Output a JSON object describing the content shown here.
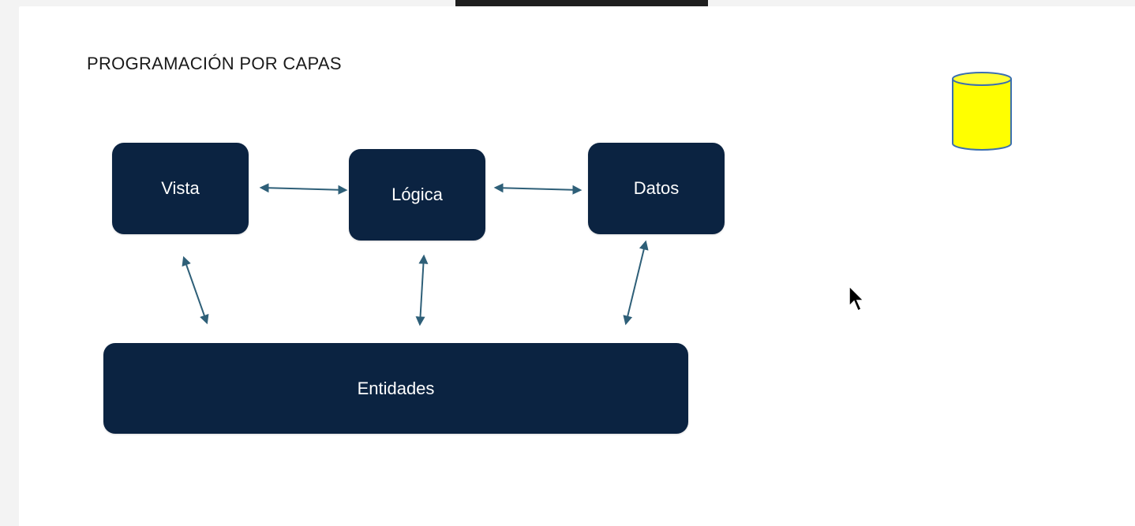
{
  "window": {
    "title": "PROGRAMACIÓN POR CAPAS"
  },
  "diagram": {
    "boxes": {
      "vista": "Vista",
      "logica": "Lógica",
      "datos": "Datos",
      "entidades": "Entidades"
    },
    "colors": {
      "box_fill": "#0b2341",
      "arrow": "#2e5f78",
      "database_fill": "#ffff00",
      "database_stroke": "#3b6fb0"
    }
  },
  "icons": {
    "database": "database-cylinder-icon",
    "cursor": "mouse-pointer-icon"
  }
}
